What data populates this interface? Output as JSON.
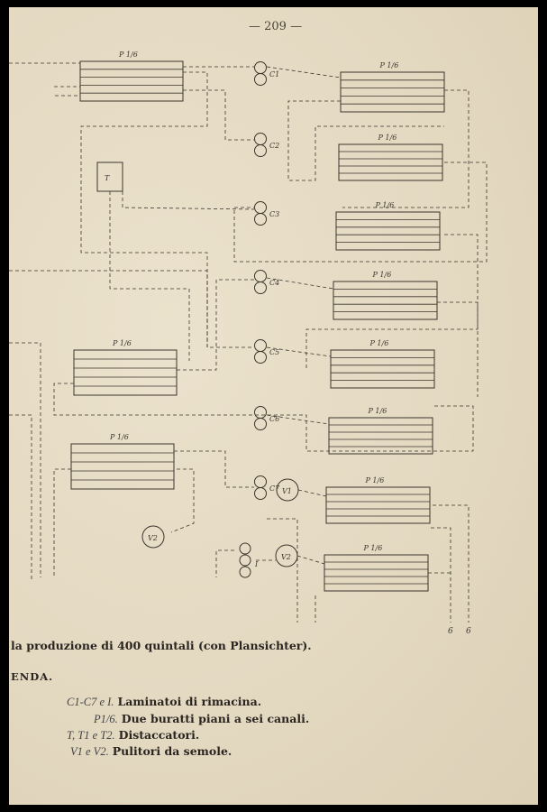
{
  "page_number": "— 209 —",
  "diagram": {
    "sifter_label": "P 1/6",
    "roller_labels": [
      "C1",
      "C2",
      "C3",
      "C4",
      "C5",
      "C6",
      "C7",
      "I"
    ],
    "cleaner_labels": [
      "V1",
      "V2",
      "V2"
    ],
    "detacher_label": "T",
    "outlet_labels": [
      "6",
      "6"
    ]
  },
  "caption": "la produzione di 400 quintali (con Plansichter).",
  "legend": {
    "title": "ENDA.",
    "items": [
      {
        "symbol": "C1-C7 e I.",
        "text": "Laminatoi di rimacina."
      },
      {
        "symbol": "P1/6.",
        "text": "Due buratti piani a sei canali."
      },
      {
        "symbol": "T, T1 e T2.",
        "text": "Distaccatori."
      },
      {
        "symbol": "V1 e V2.",
        "text": "Pulitori da semole."
      }
    ]
  }
}
